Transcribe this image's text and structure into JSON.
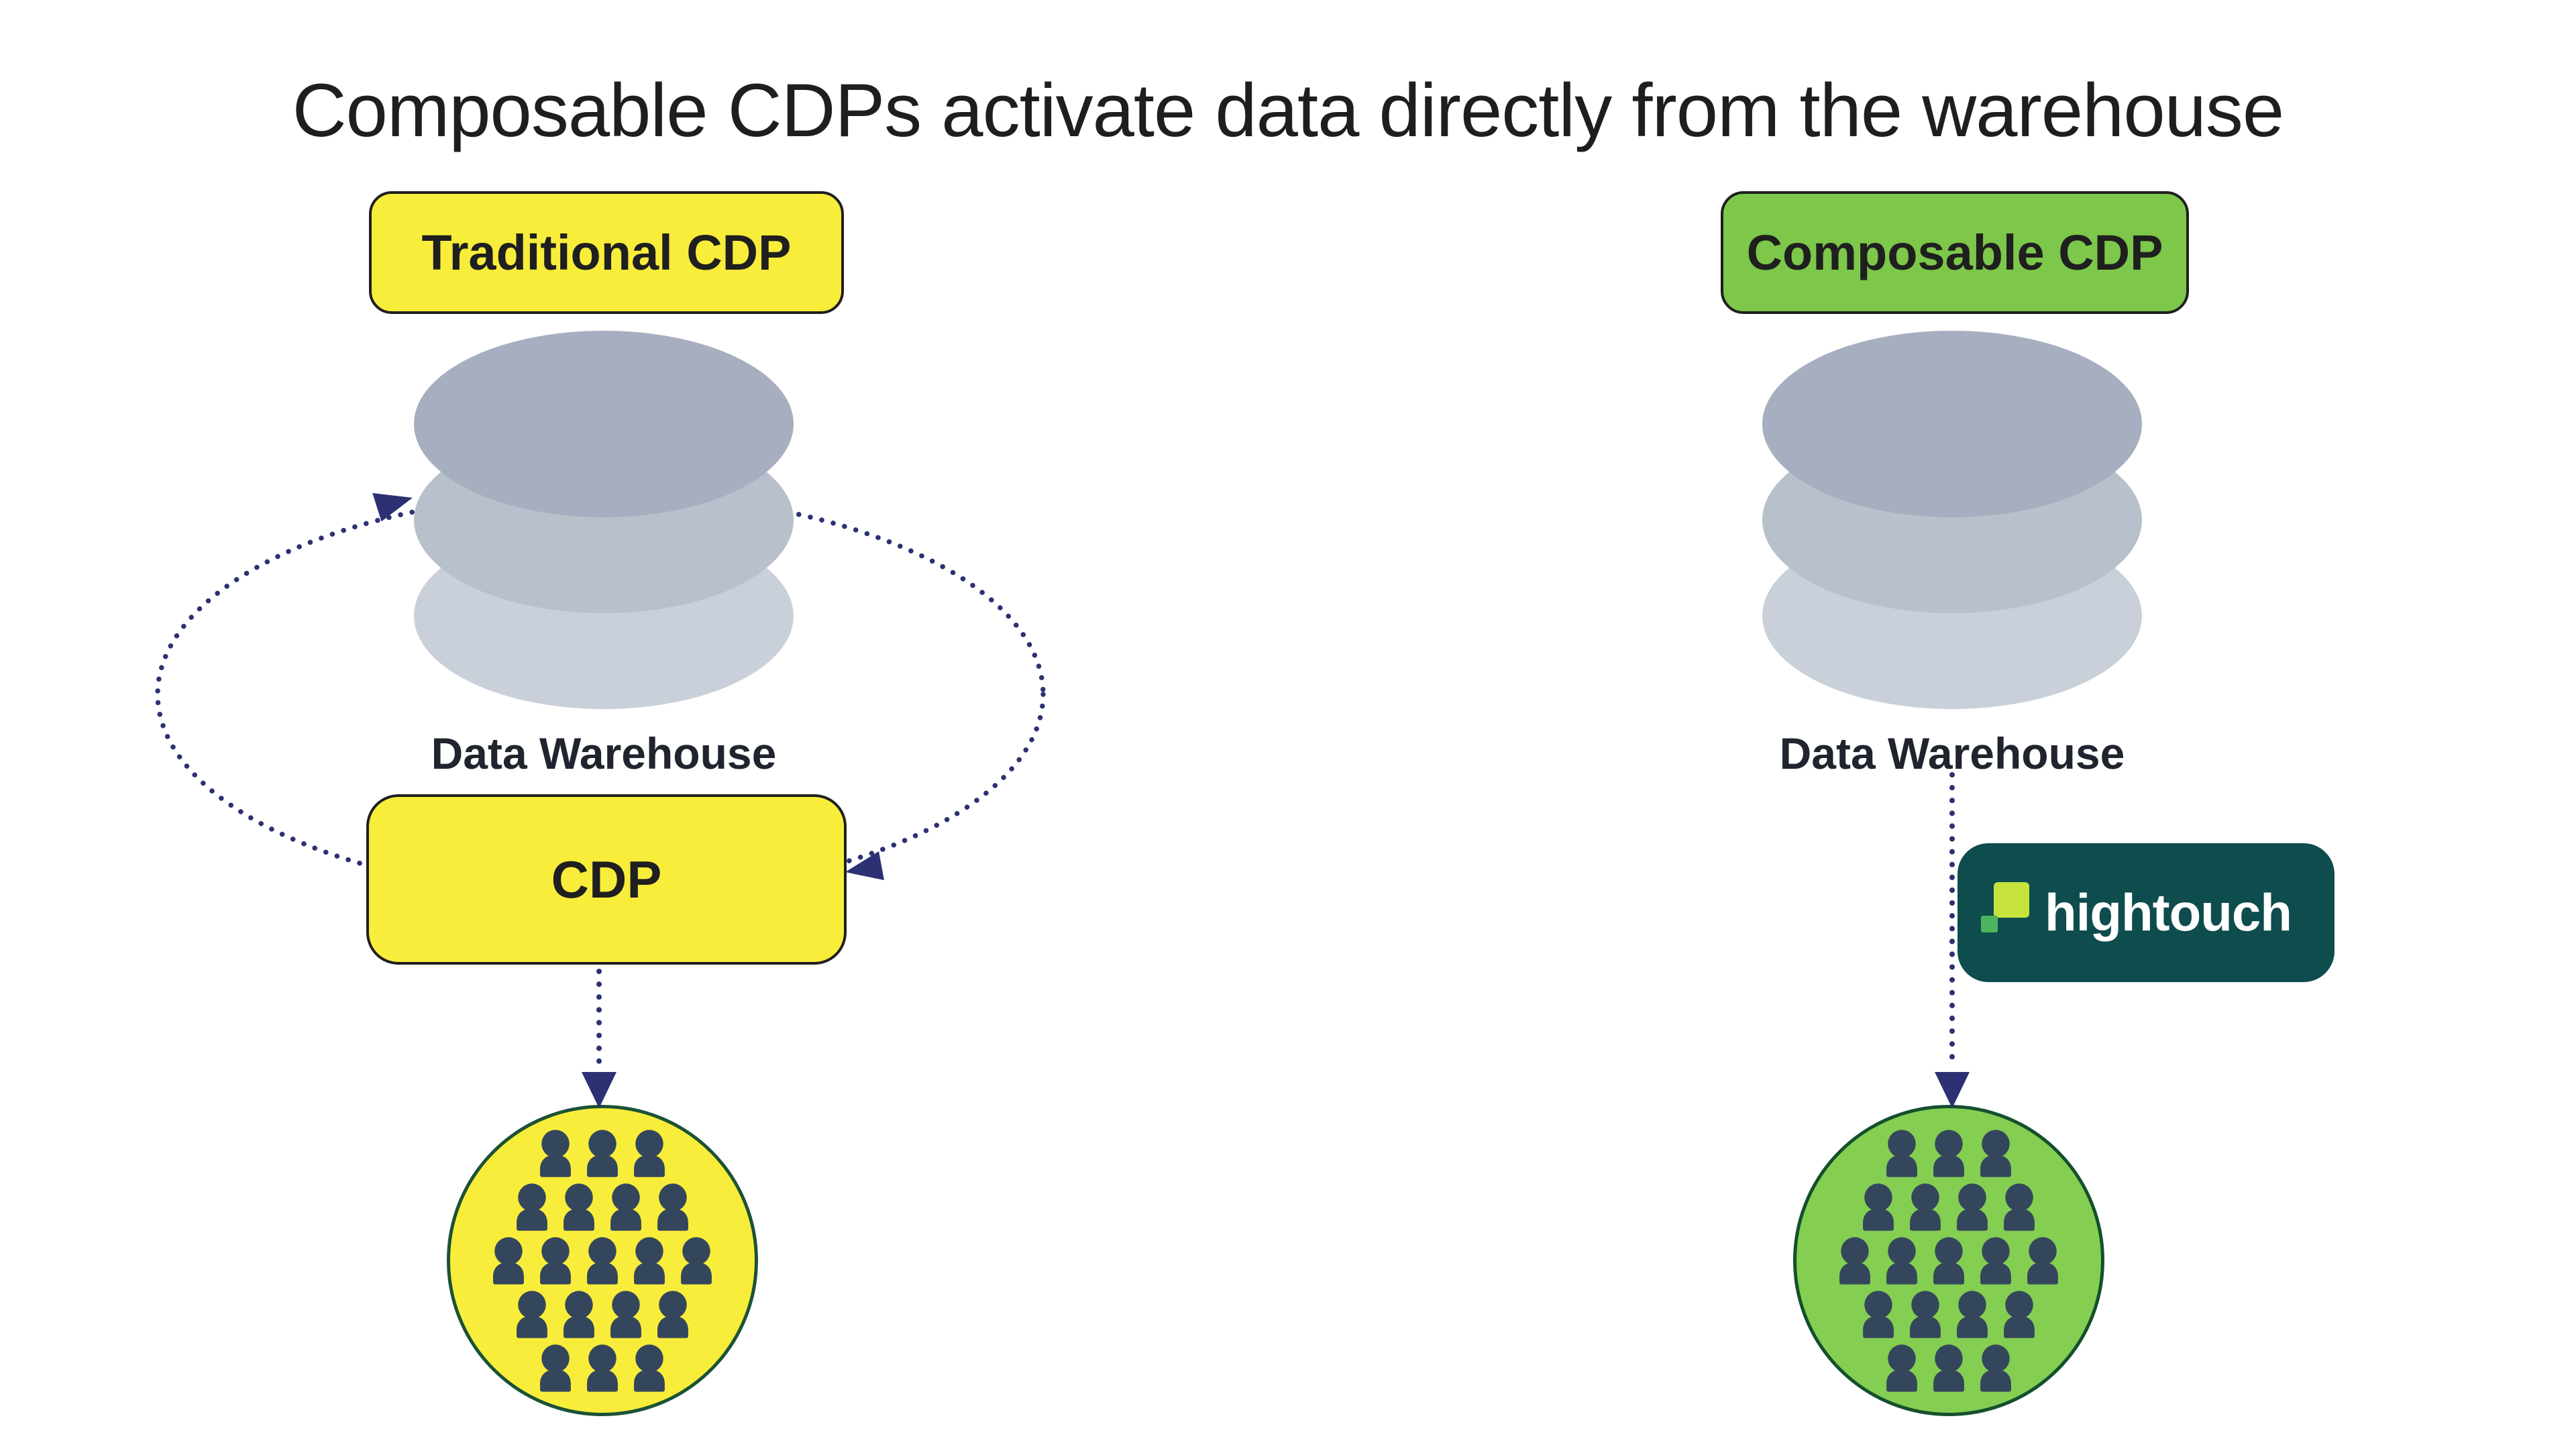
{
  "title": "Composable CDPs activate data directly from the warehouse",
  "left": {
    "badge": "Traditional CDP",
    "warehouse_label": "Data Warehouse",
    "cdp_label": "CDP",
    "flow": "dotted loop between Data Warehouse and CDP, then dotted arrow from CDP to audience circle",
    "audience_people_count": 19
  },
  "right": {
    "badge": "Composable CDP",
    "warehouse_label": "Data Warehouse",
    "logo_text": "hightouch",
    "flow": "dotted arrow straight from Data Warehouse to audience circle, hightouch logo beside the arrow",
    "audience_people_count": 19
  },
  "audience": {
    "rows": [
      3,
      4,
      5,
      4,
      3
    ]
  },
  "icons": {
    "database": "database-stack-icon",
    "person": "person-icon",
    "arrows": "dotted-arrow"
  },
  "colors": {
    "ink": "#1E1E1E",
    "label_ink": "#20242E",
    "outline": "#1F1F1F",
    "yellow": "#F8ED3B",
    "badge_green": "#7DC74A",
    "circle_green": "#84CE52",
    "teal": "#0E4C4D",
    "navy": "#2B3172",
    "person": "#34465C",
    "stack_top": "#A6AEBF",
    "stack_mid": "#B8C0CB",
    "stack_low": "#CAD0D9",
    "logo_lime": "#C6E33C",
    "logo_green": "#4CB45E",
    "yellow_circle_border": "#1B5235",
    "green_circle_border": "#15502D",
    "white": "#FFFFFF"
  }
}
